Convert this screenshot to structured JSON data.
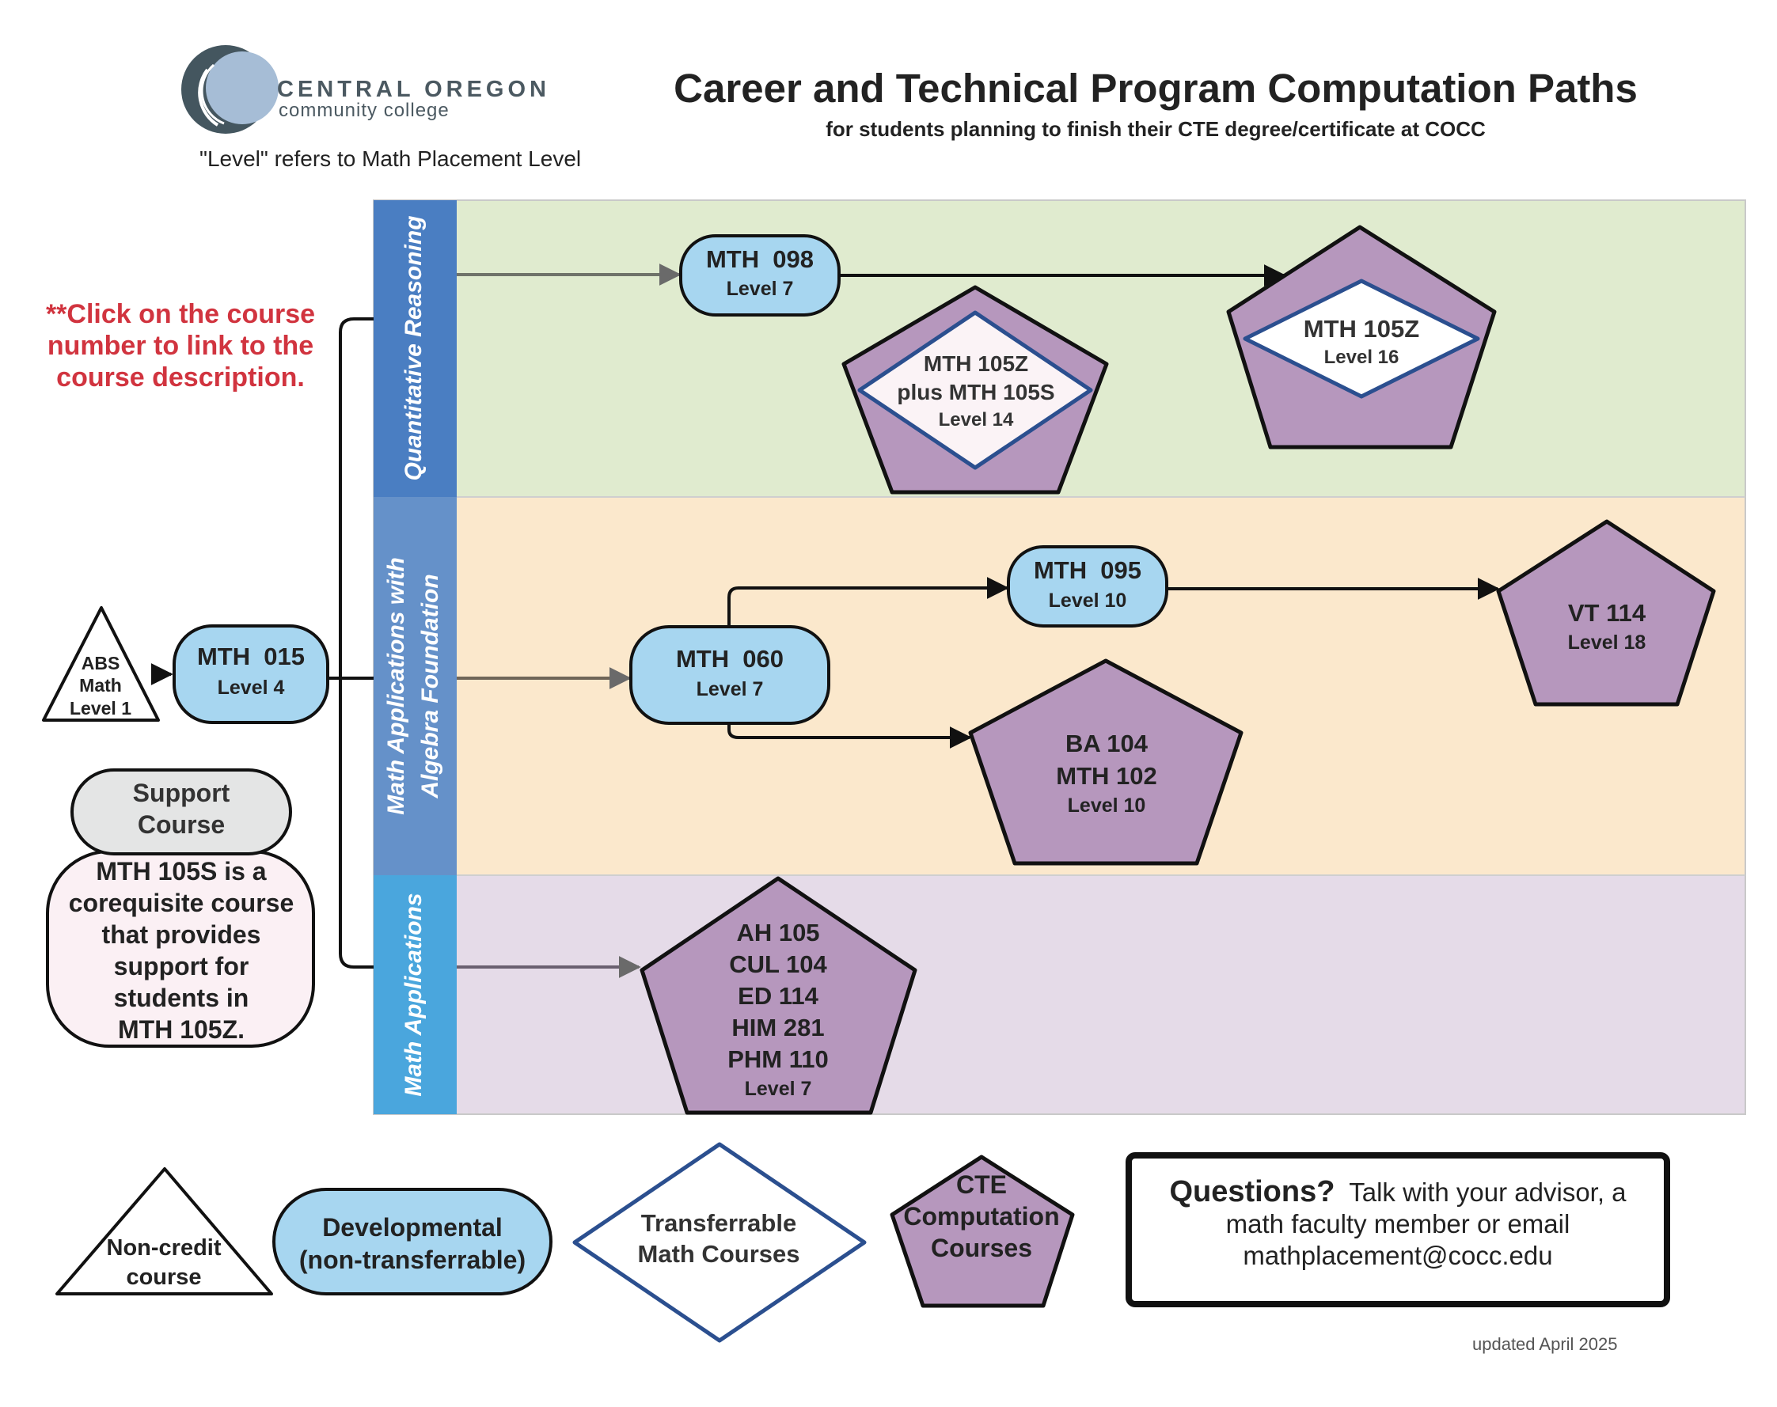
{
  "header": {
    "logo_line1": "CENTRAL OREGON",
    "logo_line2": "community college",
    "level_note": "\"Level\" refers to Math Placement Level",
    "title": "Career and Technical Program Computation Paths",
    "subtitle": "for students planning to finish their CTE degree/certificate at COCC"
  },
  "click_note": "**Click on the course number to link to the course description.",
  "lanes": [
    {
      "label": "Quantitative Reasoning"
    },
    {
      "label_line1": "Math Applications with",
      "label_line2": "Algebra Foundation"
    },
    {
      "label": "Math Applications"
    }
  ],
  "nodes": {
    "abs": {
      "line1": "ABS",
      "line2": "Math",
      "line3": "Level 1"
    },
    "mth015": {
      "course": "MTH  015",
      "level": "Level 4"
    },
    "mth098": {
      "course": "MTH  098",
      "level": "Level 7"
    },
    "mth060": {
      "course": "MTH  060",
      "level": "Level 7"
    },
    "mth095": {
      "course": "MTH  095",
      "level": "Level 10"
    },
    "mth105z_s": {
      "line1": "MTH 105Z",
      "line2": "plus MTH 105S",
      "level": "Level 14"
    },
    "mth105z": {
      "course": "MTH 105Z",
      "level": "Level 16"
    },
    "vt114": {
      "course": "VT 114",
      "level": "Level 18"
    },
    "ba104": {
      "line1": "BA 104",
      "line2": "MTH 102",
      "level": "Level 10"
    },
    "apps": {
      "courses": [
        "AH 105",
        "CUL 104",
        "ED 114",
        "HIM 281",
        "PHM 110"
      ],
      "level": "Level 7"
    }
  },
  "support": {
    "title_line1": "Support",
    "title_line2": "Course",
    "body_lines": [
      "MTH 105S is a",
      "corequisite course",
      "that provides",
      "support for",
      "students in",
      "MTH 105Z."
    ]
  },
  "legend": {
    "noncredit": {
      "line1": "Non-credit",
      "line2": "course"
    },
    "developmental": {
      "line1": "Developmental",
      "line2": "(non-transferrable)"
    },
    "transferrable": {
      "line1": "Transferrable",
      "line2": "Math Courses"
    },
    "cte": {
      "line1": "CTE",
      "line2": "Computation",
      "line3": "Courses"
    }
  },
  "questions": {
    "bold": "Questions?",
    "line1": "Talk with your advisor, a",
    "line2": "math faculty member or email",
    "email": "mathplacement@cocc.edu"
  },
  "updated": "updated April 2025",
  "colors": {
    "lane1_bg": "#e0ebcf",
    "lane2_bg": "#fbe8cc",
    "lane3_bg": "#e5dbe8",
    "lane1_header": "#4a7ec2",
    "lane2_header": "#6591c9",
    "lane3_header": "#4aa6dd",
    "developmental": "#a7d6f0",
    "cte": "#b697bd",
    "transfer_stroke": "#2b4f8f",
    "support_pink": "#fbf0f4",
    "support_grey": "#e4e5e5",
    "click_note": "#d1343f"
  }
}
